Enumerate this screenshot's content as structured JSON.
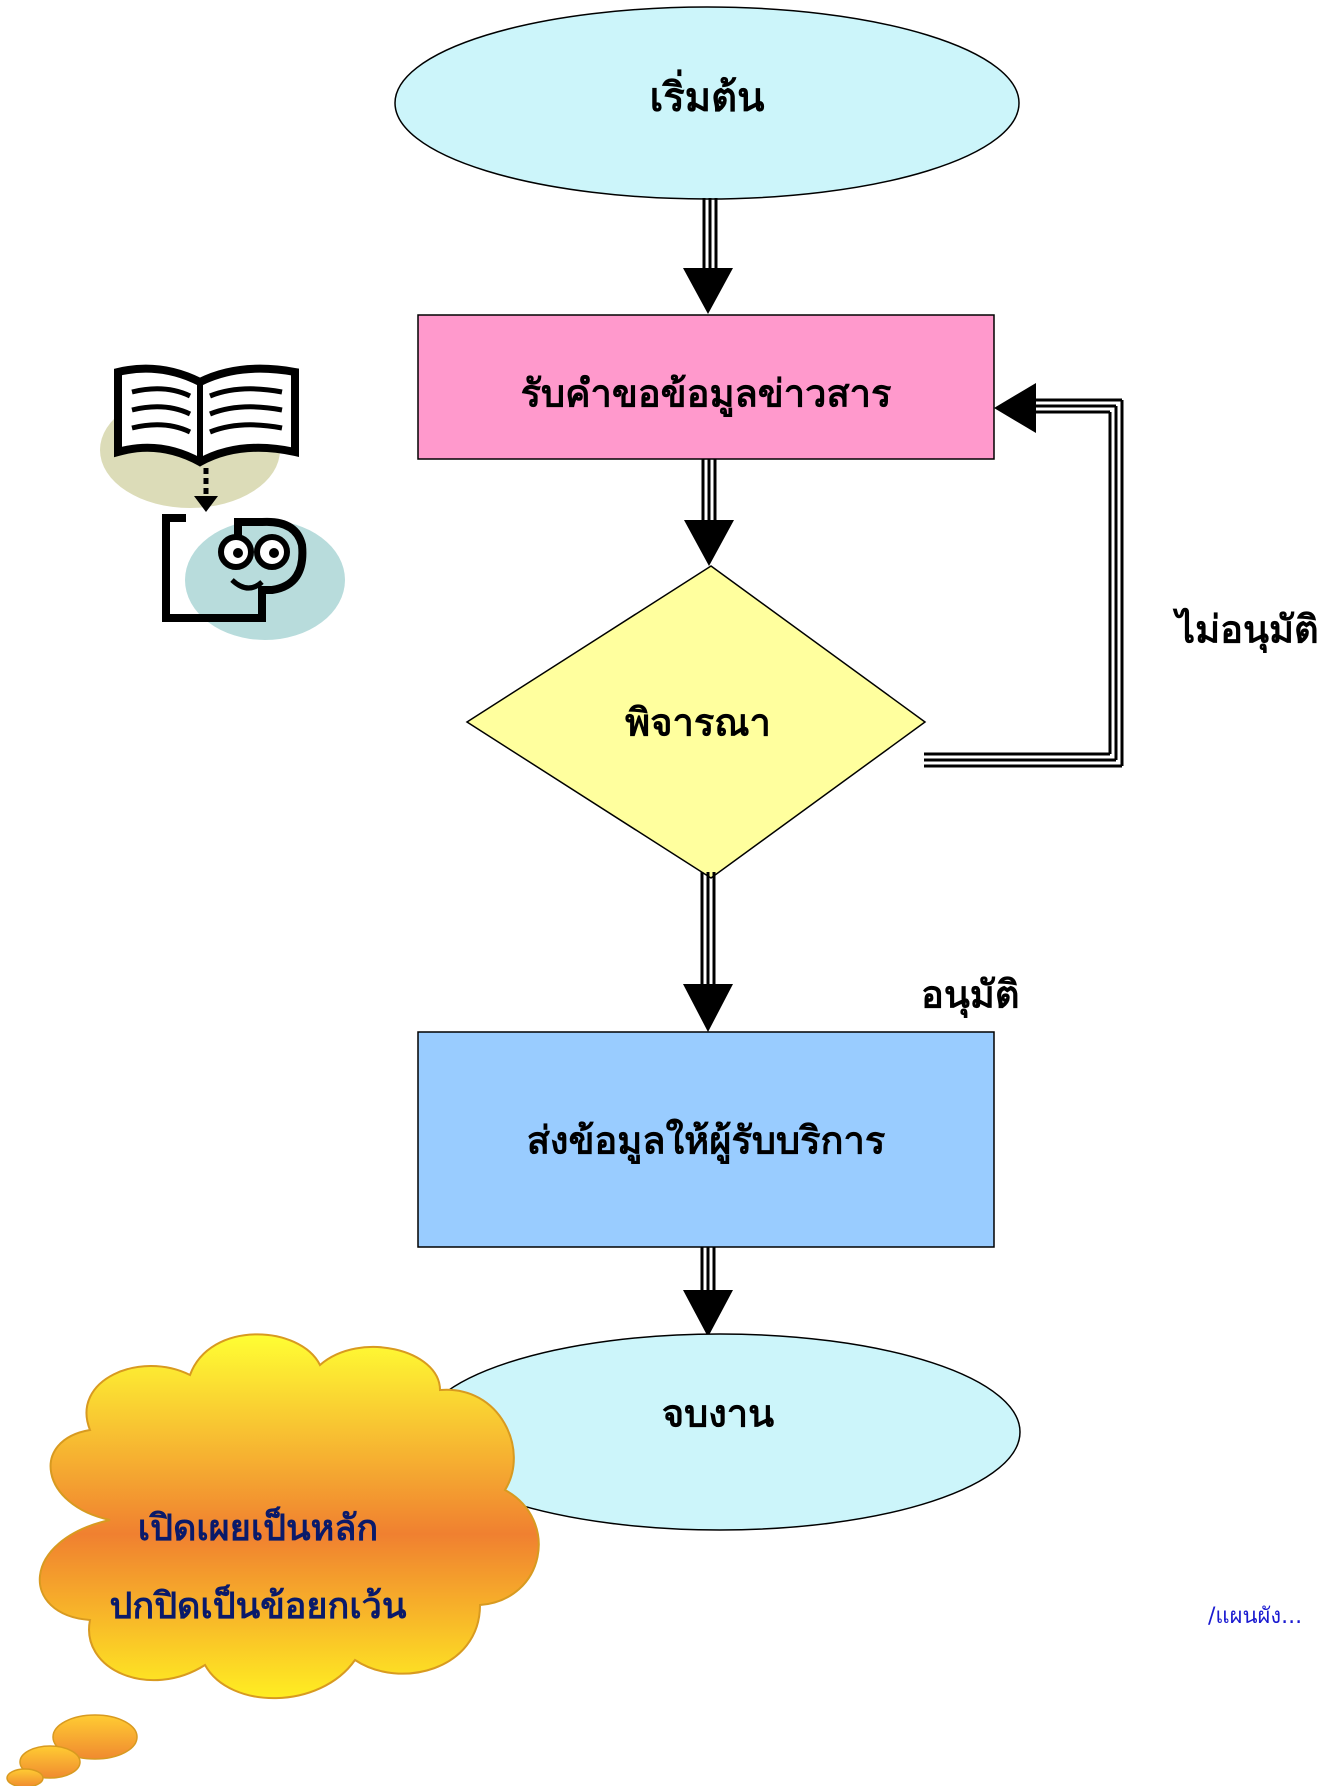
{
  "flowchart": {
    "start": "เริ่มต้น",
    "receive_request": "รับคำขอข้อมูลข่าวสาร",
    "consider": "พิจารณา",
    "send_info": "ส่งข้อมูลให้ผู้รับบริการ",
    "end": "จบงาน",
    "approved_label": "อนุมัติ",
    "not_approved_label": "ไม่อนุมัติ"
  },
  "callout": {
    "line1": "เปิดเผยเป็นหลัก",
    "line2": "ปกปิดเป็นข้อยกเว้น"
  },
  "footer": {
    "next_page": "/แผนผัง..."
  },
  "colors": {
    "terminal_fill": "#ccf5fa",
    "process_fill": "#ff99cc",
    "decision_fill": "#ffff9e",
    "output_fill": "#99ccff",
    "cloud_top": "#ffff33",
    "cloud_mid": "#f08030",
    "clipart_book_bg": "#dcdcb8",
    "clipart_face_bg": "#b8dcdc"
  },
  "icons": [
    "book-icon",
    "reading-face-icon"
  ]
}
